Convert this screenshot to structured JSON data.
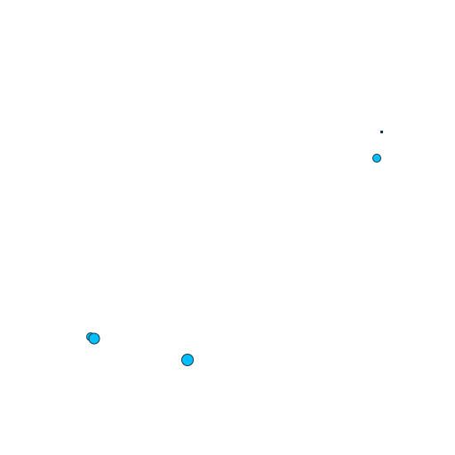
{
  "canvas": {
    "background": "#ffffff"
  },
  "style": {
    "marker_fill": "#00bfff",
    "marker_stroke": "#1a3a4a"
  },
  "markers": [
    {
      "name": "marker-tiny-top-right",
      "shape": "square"
    },
    {
      "name": "marker-small-right",
      "shape": "circle"
    },
    {
      "name": "marker-left-a",
      "shape": "circle"
    },
    {
      "name": "marker-left-b",
      "shape": "circle"
    },
    {
      "name": "marker-bottom-center",
      "shape": "circle"
    }
  ]
}
